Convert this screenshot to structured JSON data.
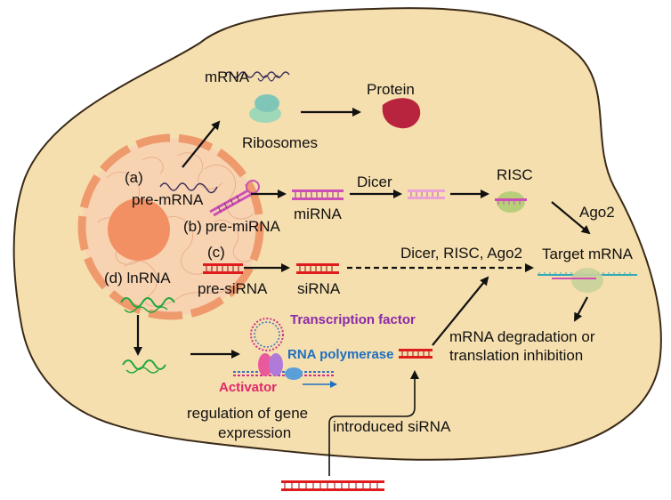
{
  "colors": {
    "cell_fill": "#f6dfae",
    "cell_stroke": "#3a2a18",
    "nucleus_fill": "#f7d3b2",
    "nucleus_ring": "#ef9a6d",
    "nucleolus": "#f39063",
    "rna_red": "#e01b1b",
    "rna_pink": "#cc4fb5",
    "lnrna_green": "#1fa83a",
    "protein": "#b8233e",
    "ribosome": "#9fd8b8",
    "transcription_factor_text": "#8a2aa8",
    "rna_polymerase_text": "#1e6fc2",
    "activator_text": "#e0266b",
    "target_mrna": "#31a9b8"
  },
  "labels": {
    "mrna": "mRNA",
    "protein": "Protein",
    "ribosomes": "Ribosomes",
    "a": "(a)",
    "pre_mrna": "pre-mRNA",
    "b": "(b)",
    "pre_mirna": "pre-miRNA",
    "mirna": "miRNA",
    "dicer": "Dicer",
    "risc": "RISC",
    "ago2": "Ago2",
    "target_mrna": "Target mRNA",
    "c": "(c)",
    "d_lnrna": "(d) lnRNA",
    "pre_sirna": "pre-siRNA",
    "sirna": "siRNA",
    "dicer_risc_ago2": "Dicer, RISC, Ago2",
    "transcription_factor": "Transcription factor",
    "rna_polymerase": "RNA polymerase",
    "activator": "Activator",
    "mrna_degradation_1": "mRNA degradation or",
    "mrna_degradation_2": "translation inhibition",
    "regulation_1": "regulation of gene",
    "regulation_2": "expression",
    "introduced_sirna": "introduced siRNA"
  }
}
